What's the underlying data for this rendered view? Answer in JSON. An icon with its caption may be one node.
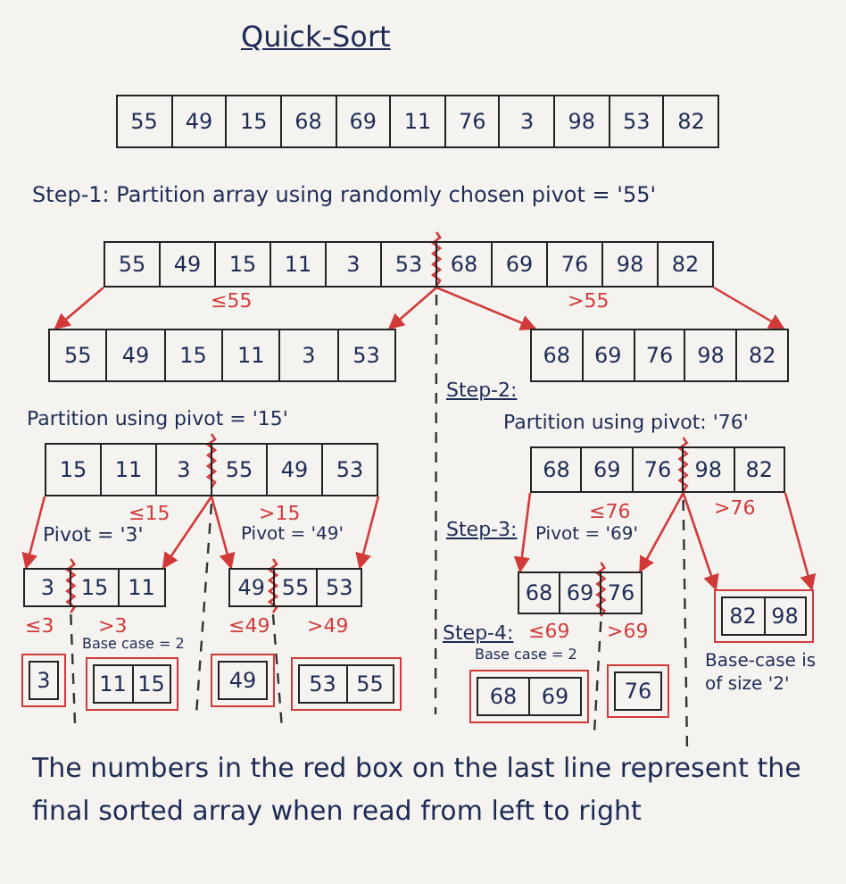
{
  "diagram": {
    "title": "Quick-Sort",
    "caption": "The numbers in the red box on the last line represent the final sorted array when read from left to right",
    "nodes": [
      {
        "text": [
          "55",
          "49",
          "15",
          "68",
          "69",
          "11",
          "76",
          "3",
          "98",
          "53",
          "82"
        ]
      },
      {
        "text": [
          "55",
          "49",
          "15",
          "11",
          "3",
          "53",
          "68",
          "69",
          "76",
          "98",
          "82"
        ]
      },
      {
        "text": [
          "55",
          "49",
          "15",
          "11",
          "3",
          "53"
        ]
      },
      {
        "text": [
          "68",
          "69",
          "76",
          "98",
          "82"
        ]
      },
      {
        "text": [
          "15",
          "11",
          "3",
          "55",
          "49",
          "53"
        ]
      },
      {
        "text": [
          "68",
          "69",
          "76",
          "98",
          "82"
        ]
      },
      {
        "text": [
          "3",
          "15",
          "11"
        ]
      },
      {
        "text": [
          "49",
          "55",
          "53"
        ]
      },
      {
        "text": [
          "68",
          "69",
          "76"
        ]
      },
      {
        "text": [
          "82",
          "98"
        ]
      },
      {
        "text": [
          "3"
        ]
      },
      {
        "text": [
          "11",
          "15"
        ]
      },
      {
        "text": [
          "49"
        ]
      },
      {
        "text": [
          "53",
          "55"
        ]
      },
      {
        "text": [
          "68",
          "69"
        ]
      },
      {
        "text": [
          "76"
        ]
      }
    ],
    "edges": [
      {
        "from": 1,
        "to": 2,
        "arrow": "to"
      },
      {
        "from": 1,
        "to": 2,
        "arrow": "to"
      },
      {
        "from": 1,
        "to": 3,
        "arrow": "to"
      },
      {
        "from": 1,
        "to": 3,
        "arrow": "to"
      },
      {
        "from": 4,
        "to": 6,
        "arrow": "to"
      },
      {
        "from": 4,
        "to": 6,
        "arrow": "to"
      },
      {
        "from": 4,
        "to": 7,
        "arrow": "to"
      },
      {
        "from": 4,
        "to": 7,
        "arrow": "to"
      },
      {
        "from": 5,
        "to": 8,
        "arrow": "to"
      },
      {
        "from": 5,
        "to": 8,
        "arrow": "to"
      },
      {
        "from": 5,
        "to": 9,
        "arrow": "to"
      },
      {
        "from": 5,
        "to": 9,
        "arrow": "to"
      }
    ],
    "labels": [
      "Step-1: Partition array using randomly chosen pivot = '55'",
      "≤55",
      ">55",
      "Step-2:",
      "Partition using pivot = '15'",
      "Partition using pivot: '76'",
      "≤15",
      ">15",
      "≤76",
      ">76",
      "Pivot = '3'",
      "Pivot = '49'",
      "Step-3:",
      "Pivot = '69'",
      "≤3",
      ">3",
      "≤49",
      ">49",
      "Step-4:",
      "≤69",
      ">69",
      "Base case = 2",
      "Base case = 2",
      "Base-case is of size '2'"
    ]
  }
}
